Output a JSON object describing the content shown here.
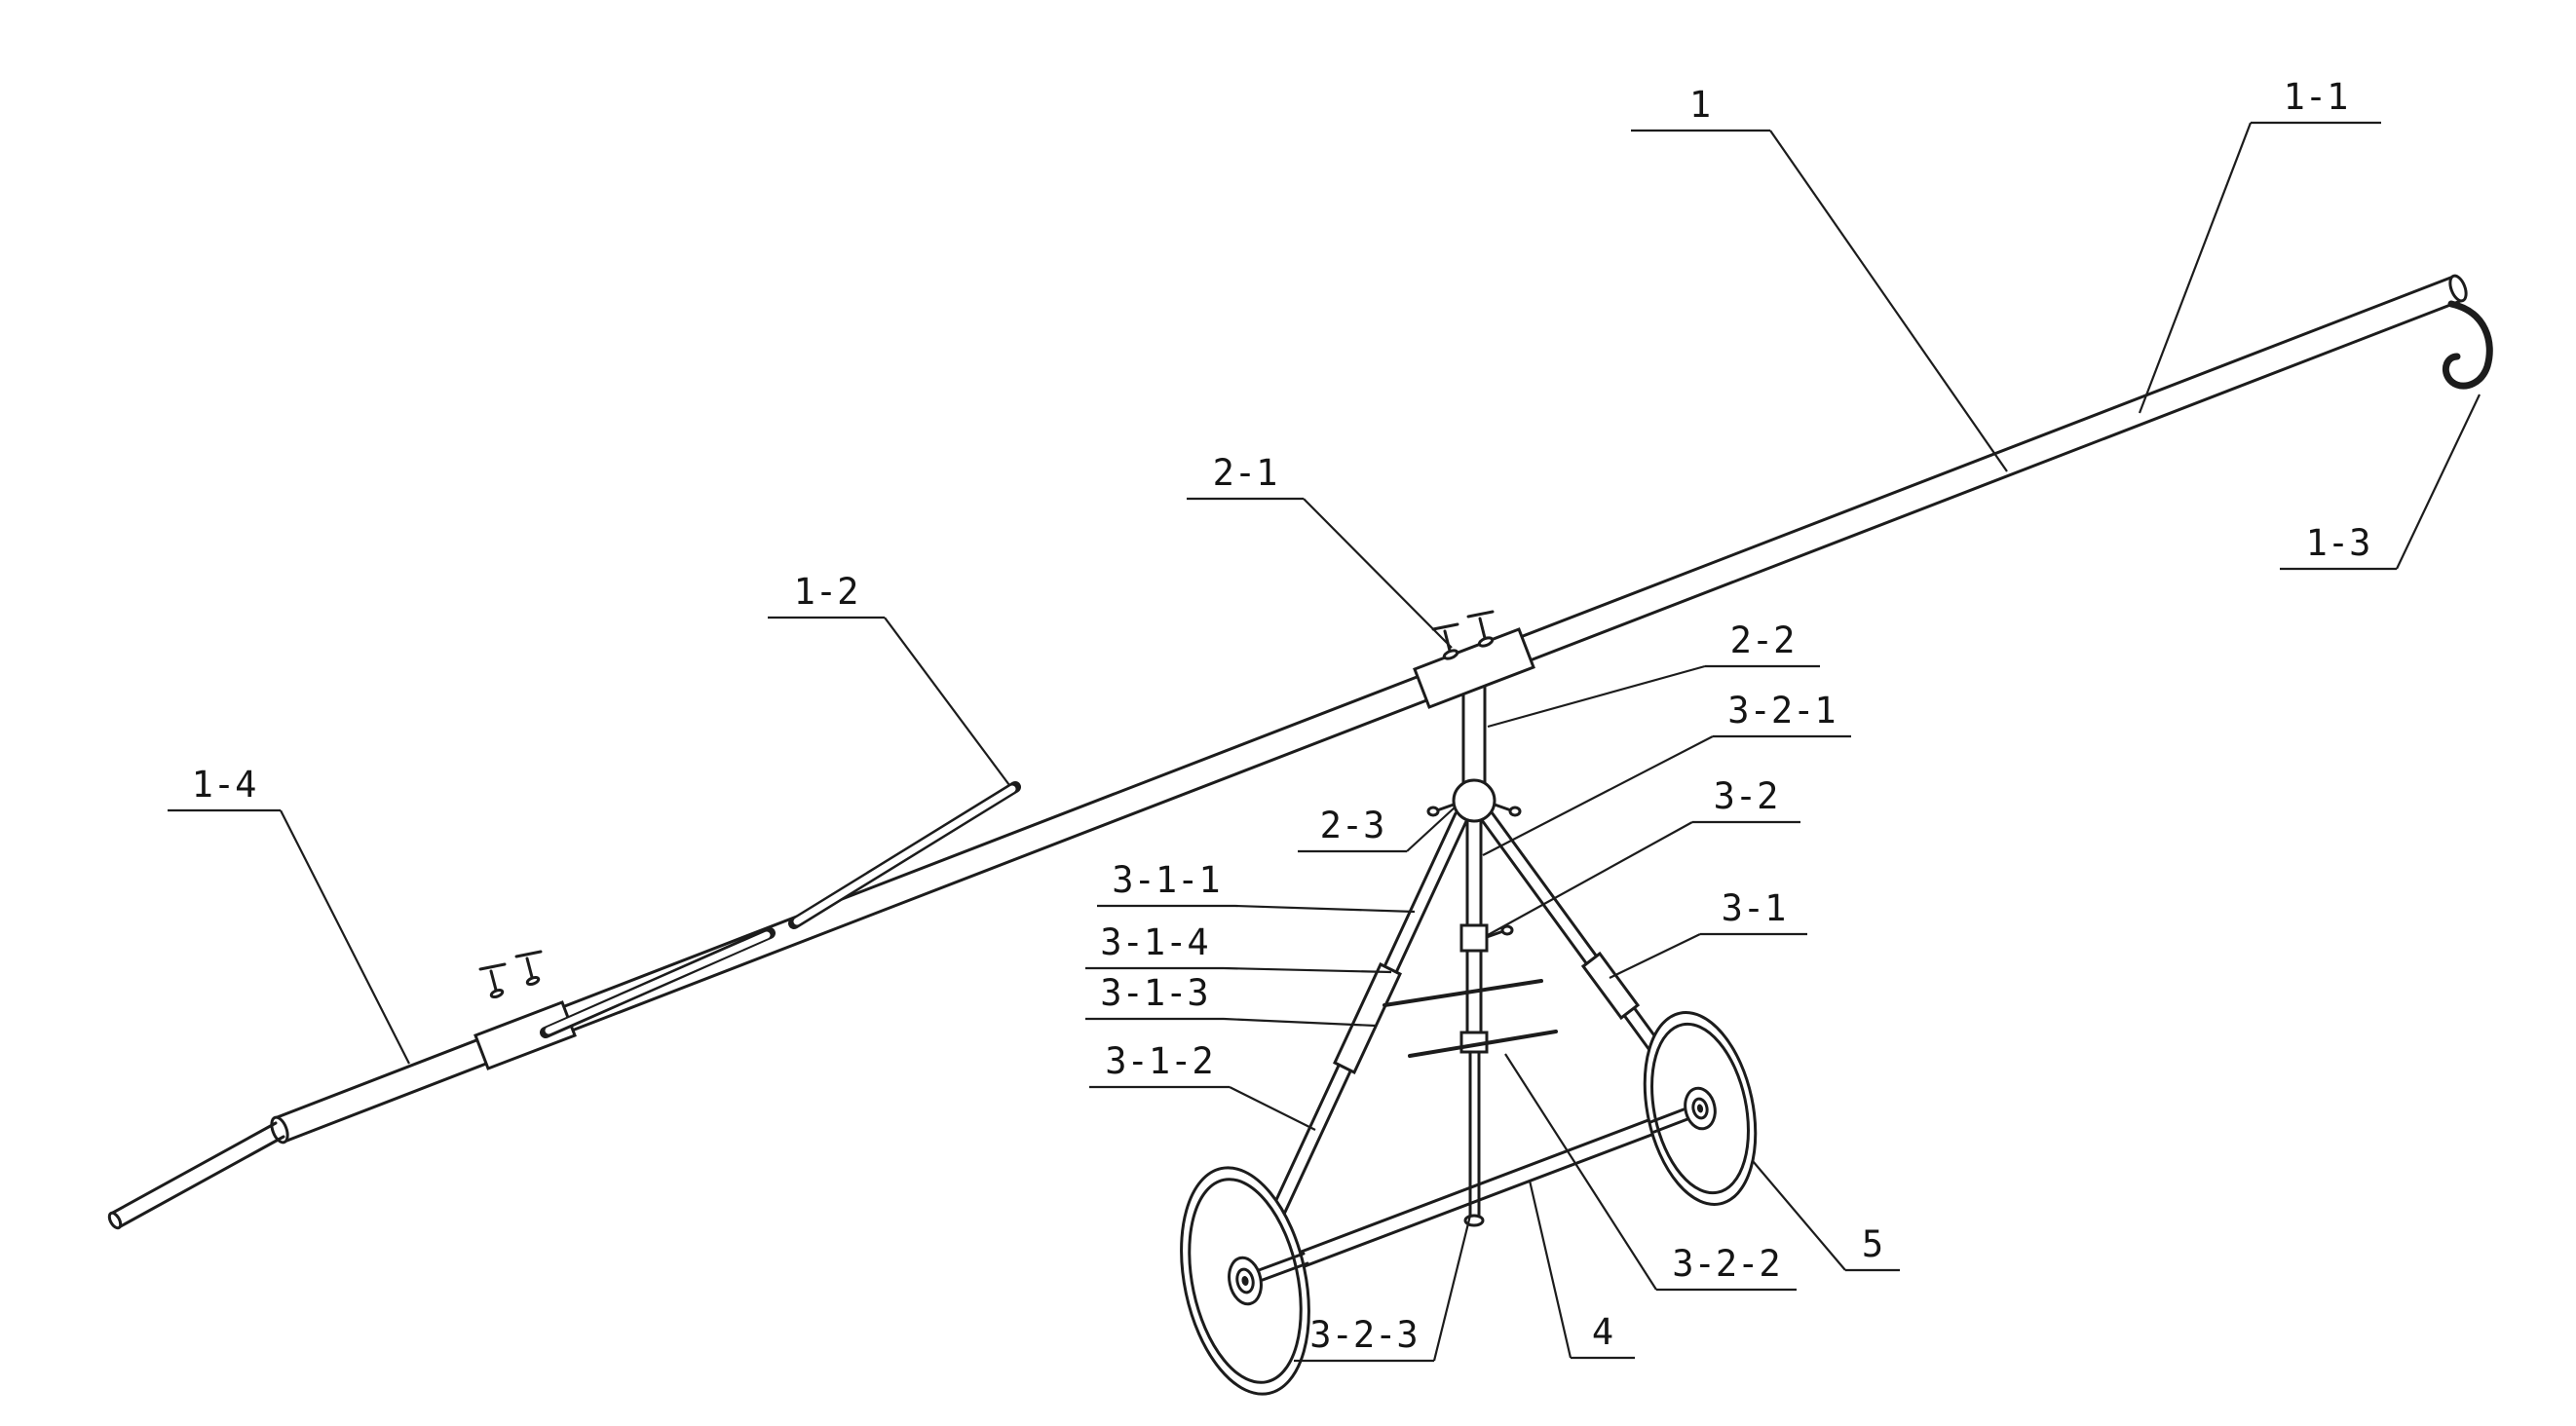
{
  "figure": {
    "background_color": "#ffffff",
    "line_color": "#1c1c1c"
  },
  "labels": [
    {
      "id": "1",
      "text": "1"
    },
    {
      "id": "1-1",
      "text": "1-1"
    },
    {
      "id": "1-3",
      "text": "1-3"
    },
    {
      "id": "2-1",
      "text": "2-1"
    },
    {
      "id": "1-2",
      "text": "1-2"
    },
    {
      "id": "2-2",
      "text": "2-2"
    },
    {
      "id": "3-2-1",
      "text": "3-2-1"
    },
    {
      "id": "2-3",
      "text": "2-3"
    },
    {
      "id": "3-2",
      "text": "3-2"
    },
    {
      "id": "3-1-1",
      "text": "3-1-1"
    },
    {
      "id": "3-1",
      "text": "3-1"
    },
    {
      "id": "3-1-4",
      "text": "3-1-4"
    },
    {
      "id": "3-1-3",
      "text": "3-1-3"
    },
    {
      "id": "1-4",
      "text": "1-4"
    },
    {
      "id": "3-1-2",
      "text": "3-1-2"
    },
    {
      "id": "5",
      "text": "5"
    },
    {
      "id": "3-2-2",
      "text": "3-2-2"
    },
    {
      "id": "4",
      "text": "4"
    },
    {
      "id": "3-2-3",
      "text": "3-2-3"
    }
  ]
}
